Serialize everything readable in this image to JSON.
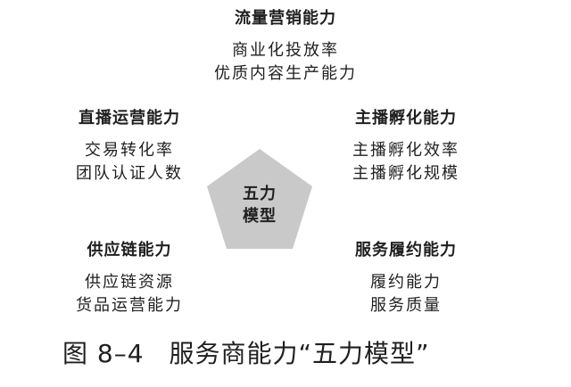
{
  "center": {
    "line1": "五力",
    "line2": "模型"
  },
  "blocks": {
    "top": {
      "title": "流量营销能力",
      "items": [
        "商业化投放率",
        "优质内容生产能力"
      ]
    },
    "upper_left": {
      "title": "直播运营能力",
      "items": [
        "交易转化率",
        "团队认证人数"
      ]
    },
    "upper_right": {
      "title": "主播孵化能力",
      "items": [
        "主播孵化效率",
        "主播孵化规模"
      ]
    },
    "lower_left": {
      "title": "供应链能力",
      "items": [
        "供应链资源",
        "货品运营能力"
      ]
    },
    "lower_right": {
      "title": "服务履约能力",
      "items": [
        "履约能力",
        "服务质量"
      ]
    }
  },
  "caption": {
    "figure": "图 8–4",
    "text": "服务商能力“五力模型”"
  },
  "colors": {
    "pentagon": "#c9c9c9",
    "text": "#1f1f1f"
  }
}
